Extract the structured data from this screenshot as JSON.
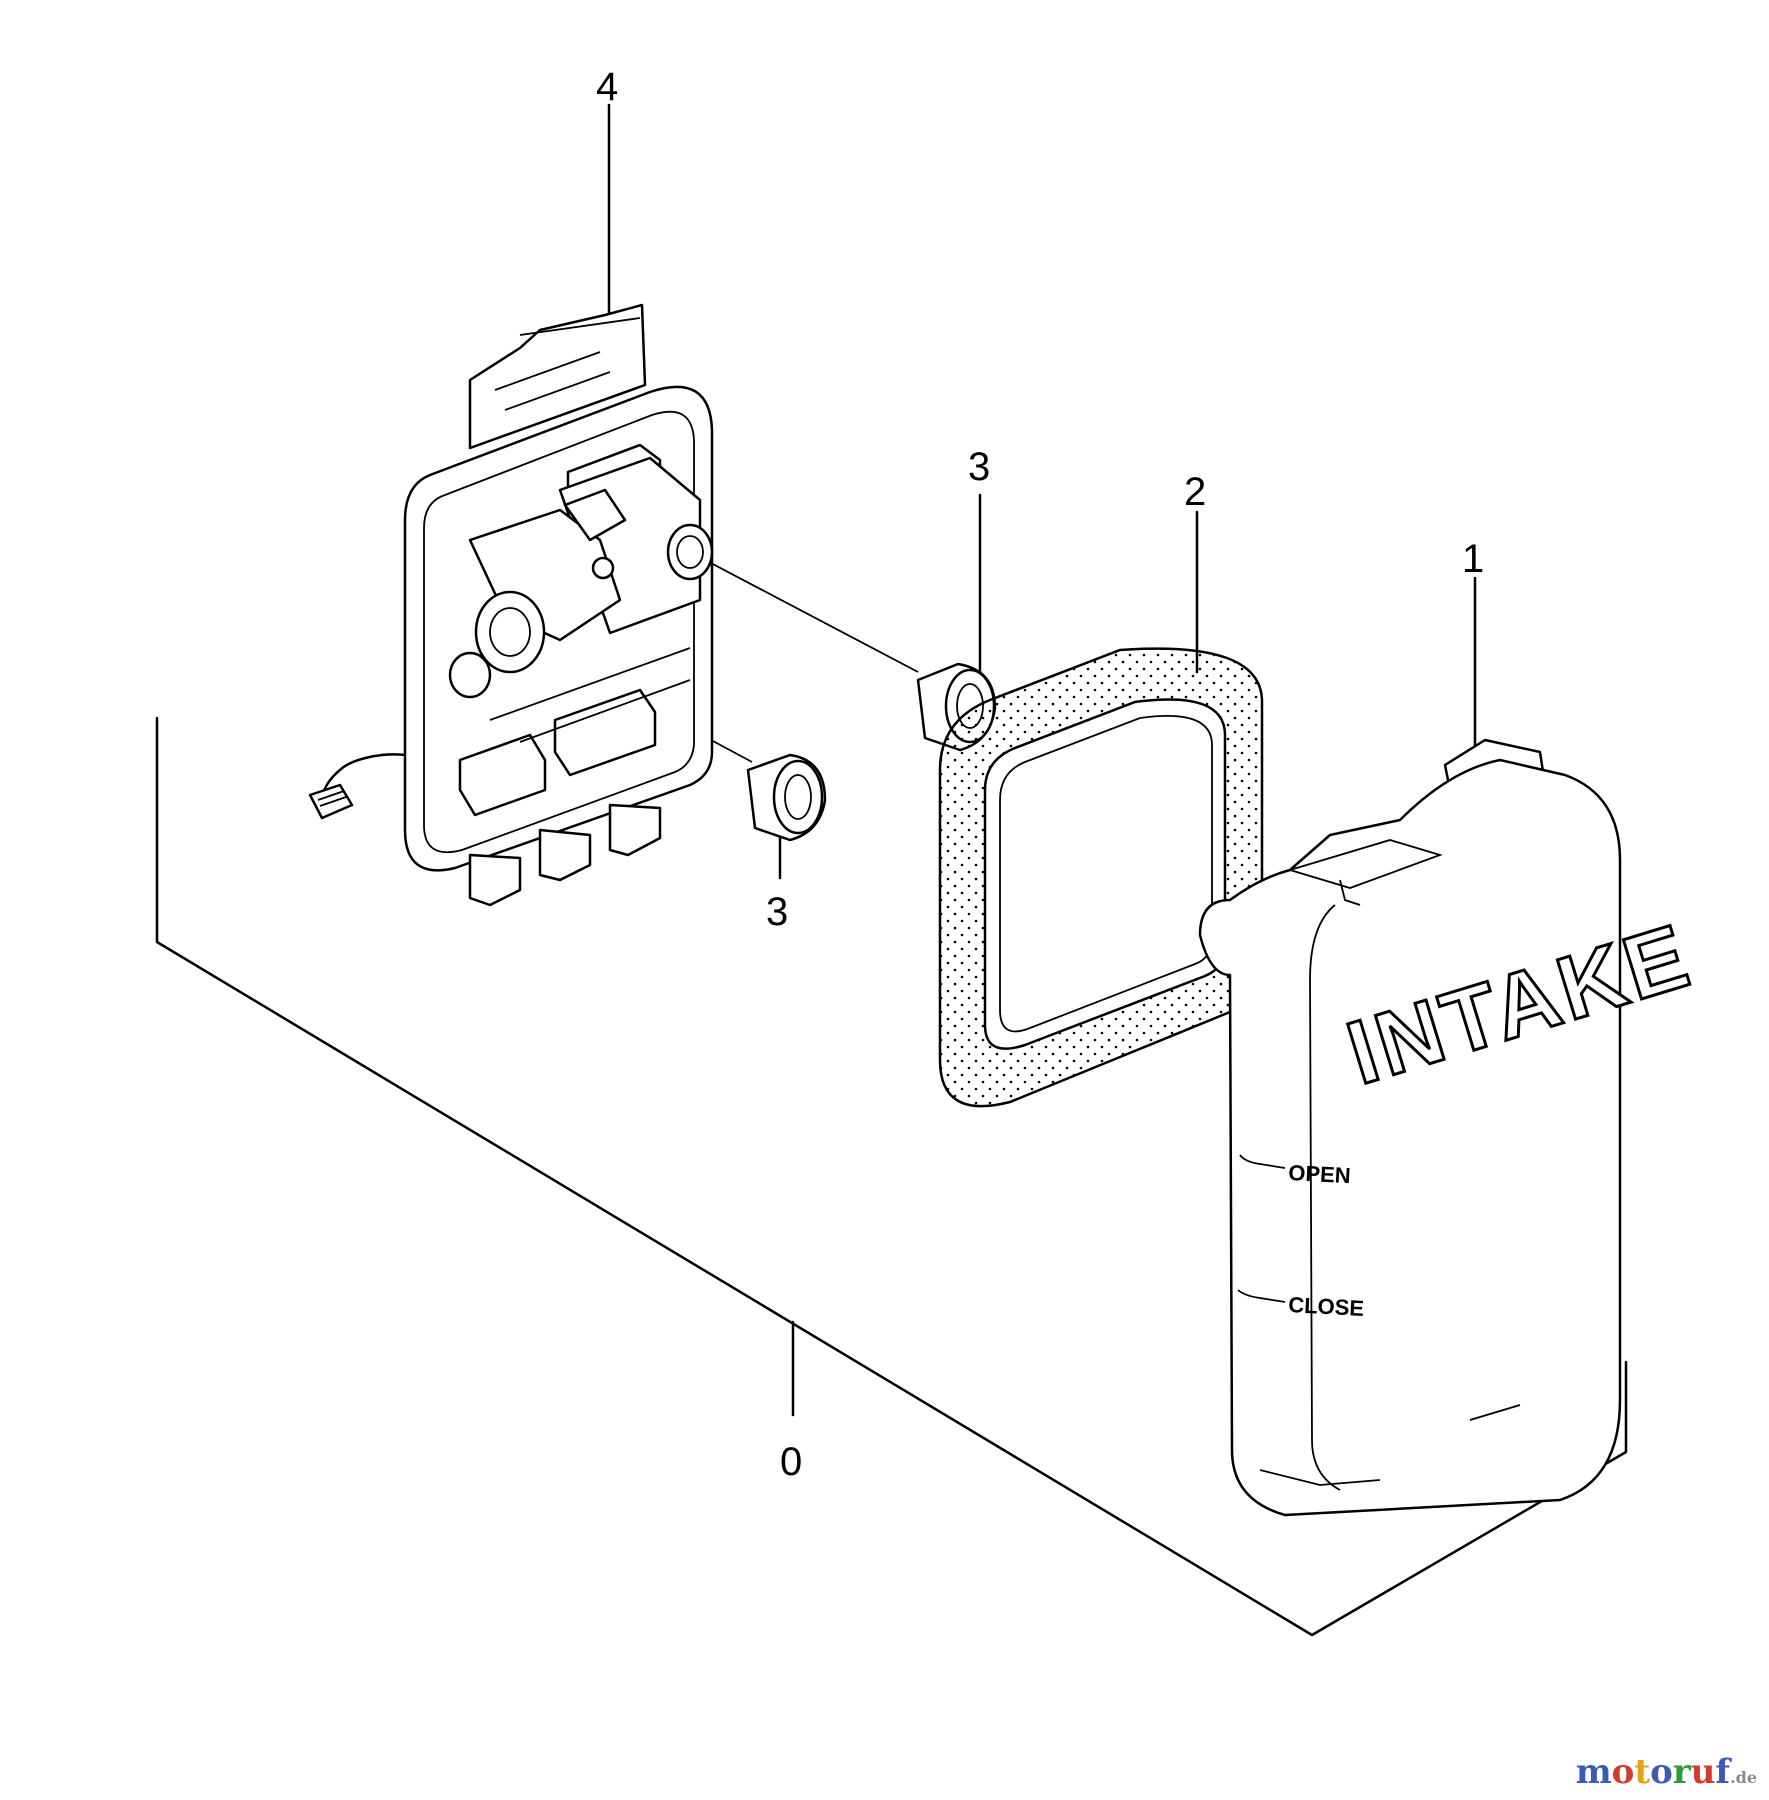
{
  "callouts": {
    "c0": "0",
    "c1": "1",
    "c2": "2",
    "c3a": "3",
    "c3b": "3",
    "c4": "4"
  },
  "cover_text": {
    "embossed": "INTAKE",
    "open": "OPEN",
    "close": "CLOSE"
  },
  "watermark": {
    "brand": "motoruf",
    "tld": ".de",
    "colors": [
      "#3b5bb5",
      "#d23a2c",
      "#e3a21a",
      "#3b5bb5",
      "#2f9a3b",
      "#d23a2c",
      "#3b5bb5",
      "#888888"
    ]
  }
}
